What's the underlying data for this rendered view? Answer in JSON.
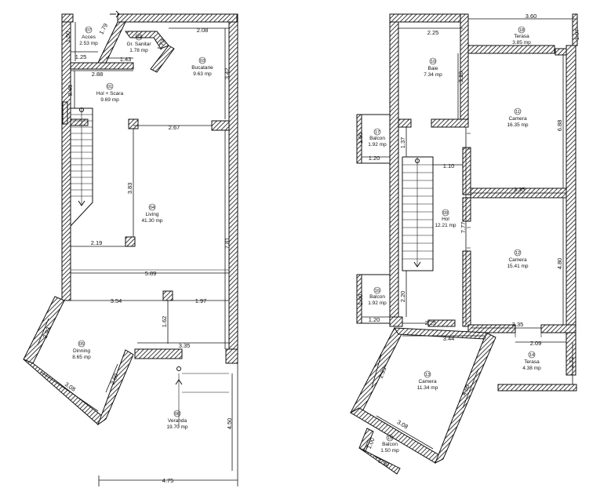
{
  "ground_floor": {
    "rooms": [
      {
        "num": "07",
        "name": "Acces",
        "area": "2.53 mp"
      },
      {
        "num": "02",
        "name": "Gr. Sanitar",
        "area": "1.78 mp"
      },
      {
        "num": "03",
        "name": "Bucatarie",
        "area": "9.63 mp"
      },
      {
        "num": "01",
        "name": "Hol + Scara",
        "area": "9.69 mp"
      },
      {
        "num": "04",
        "name": "Living",
        "area": "41.30 mp"
      },
      {
        "num": "05",
        "name": "Dinning",
        "area": "8.65 mp"
      },
      {
        "num": "06",
        "name": "Veranda",
        "area": "19.70 mp"
      }
    ],
    "dims": [
      "1.50",
      "1.79",
      "1.25",
      "1.43",
      "2.88",
      "1.73",
      "2.08",
      "3.42",
      "8.40",
      "2.67",
      "3.83",
      "2.19",
      "7.81",
      "5.89",
      "3.54",
      "1.97",
      "1.62",
      "3.35",
      "2.93",
      "3.08",
      "2.69",
      "4.50",
      "4.75"
    ]
  },
  "upper_floor": {
    "rooms": [
      {
        "num": "18",
        "name": "Terasa",
        "area": "3.85 mp"
      },
      {
        "num": "10",
        "name": "Baie",
        "area": "7.34 mp"
      },
      {
        "num": "11",
        "name": "Camera",
        "area": "16.35 mp"
      },
      {
        "num": "17",
        "name": "Balcon",
        "area": "1.92 mp"
      },
      {
        "num": "09",
        "name": "Hol",
        "area": "12.21 mp"
      },
      {
        "num": "12",
        "name": "Camera",
        "area": "15.41 mp"
      },
      {
        "num": "16",
        "name": "Balcon",
        "area": "1.92 mp"
      },
      {
        "num": "14",
        "name": "Terasa",
        "area": "4.38 mp"
      },
      {
        "num": "13",
        "name": "Camera",
        "area": "11.34 mp"
      },
      {
        "num": "15",
        "name": "Balcon",
        "area": "1.50 mp"
      }
    ],
    "dims": [
      "3.60",
      "2.25",
      "1.07",
      "3.26",
      "6.88",
      "1.60",
      "1.20",
      "1.37",
      "1.10",
      "3.35",
      "7.77",
      "4.80",
      "1.60",
      "2.20",
      "1.20",
      "2.25",
      "3.35",
      "3.44",
      "2.09",
      "1.72",
      "2.93",
      "4.50",
      "3.08",
      "1.00",
      "1.50"
    ]
  }
}
